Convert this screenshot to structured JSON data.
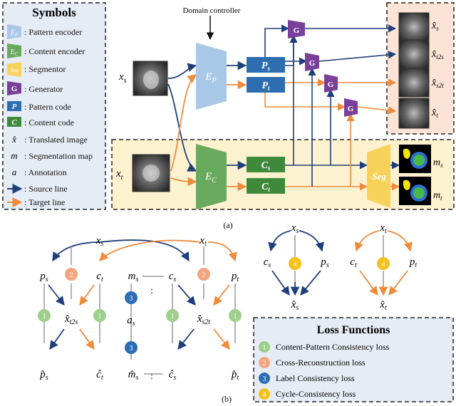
{
  "legend": {
    "title": "Symbols",
    "items": [
      {
        "badge": "E_P",
        "text": ": Pattern encoder"
      },
      {
        "badge": "E_C",
        "text": ": Content encoder"
      },
      {
        "badge": "Seg",
        "text": ": Segmentor"
      },
      {
        "badge": "G",
        "text": ": Generator"
      },
      {
        "badge": "P",
        "text": ": Pattern code"
      },
      {
        "badge": "C",
        "text": ": Content code"
      },
      {
        "badge": "x̂",
        "text": ": Translated image"
      },
      {
        "badge": "m",
        "text": ": Segmentation map"
      },
      {
        "badge": "a",
        "text": ": Annotation"
      },
      {
        "badge": "source",
        "text": ": Source line"
      },
      {
        "badge": "target",
        "text": ": Target line"
      }
    ]
  },
  "top": {
    "domain_controller": "Domain controller",
    "xs": "x",
    "xs_sub": "s",
    "xt": "x",
    "xt_sub": "t",
    "ep": "E",
    "ep_sub": "P",
    "ec": "E",
    "ec_sub": "C",
    "ps": "P",
    "ps_sub": "s",
    "pt": "P",
    "pt_sub": "t",
    "cs": "C",
    "cs_sub": "s",
    "ct": "C",
    "ct_sub": "t",
    "g": "G",
    "seg": "Seg",
    "out_xs": "x̂",
    "out_xs_sub": "s",
    "out_xt2s": "x̂",
    "out_xt2s_sub": "t2s",
    "out_xs2t": "x̂",
    "out_xs2t_sub": "s2t",
    "out_xt": "x̂",
    "out_xt_sub": "t",
    "ms": "m",
    "ms_sub": "s",
    "mt": "m",
    "mt_sub": "t",
    "caption": "(a)"
  },
  "bottom": {
    "caption": "(b)",
    "loss_title": "Loss Functions",
    "losses": [
      {
        "num": "1",
        "text": "Content-Pattern Consistency loss",
        "color": "#9dd08b"
      },
      {
        "num": "2",
        "text": "Cross-Reconstruction loss",
        "color": "#f2a57e"
      },
      {
        "num": "3",
        "text": "Label Consistency loss",
        "color": "#2d6db5"
      },
      {
        "num": "4",
        "text": "Cycle-Consistency loss",
        "color": "#f5c21b"
      }
    ],
    "nodes": {
      "xs": "x",
      "xs_sub": "s",
      "xt": "x",
      "xt_sub": "t",
      "ps": "p",
      "ps_sub": "s",
      "ct": "c",
      "ct_sub": "t",
      "ms": "m",
      "ms_sub": "s",
      "cs": "c",
      "cs_sub": "s",
      "pt": "p",
      "pt_sub": "t",
      "xt2s": "x̂",
      "xt2s_sub": "t2s",
      "xs2t": "x̂",
      "xs2t_sub": "s2t",
      "as": "a",
      "as_sub": "s",
      "ps_hat": "p̂",
      "ps_hat_sub": "s",
      "ct_hat": "ĉ",
      "ct_hat_sub": "t",
      "ms_hat": "m̂",
      "ms_hat_sub": "s",
      "cs_hat": "ĉ",
      "cs_hat_sub": "s",
      "pt_hat": "p̂",
      "pt_hat_sub": "t",
      "colon1": ":",
      "colon2": ":",
      "c1_xs": "x",
      "c1_xs_sub": "s",
      "c1_cs": "c",
      "c1_cs_sub": "s",
      "c1_ps": "p",
      "c1_ps_sub": "s",
      "c1_out": "x̂",
      "c1_out_sub": "s",
      "c2_xt": "x",
      "c2_xt_sub": "t",
      "c2_ct": "c",
      "c2_ct_sub": "t",
      "c2_pt": "p",
      "c2_pt_sub": "t",
      "c2_out": "x̂",
      "c2_out_sub": "t"
    }
  },
  "colors": {
    "source": "#1f3f7a",
    "target": "#f08a3c",
    "ep_blue": "#a9c8e8",
    "ec_green": "#6aaa5e",
    "seg_yellow": "#f7d25b",
    "code_blue": "#2e6db0",
    "code_green": "#3f8a3a",
    "gen_purple": "#7a3f98",
    "legend_bg": "#e6ecf5",
    "target_bg": "#fdf2d0",
    "output_bg": "#fbe3d6"
  }
}
